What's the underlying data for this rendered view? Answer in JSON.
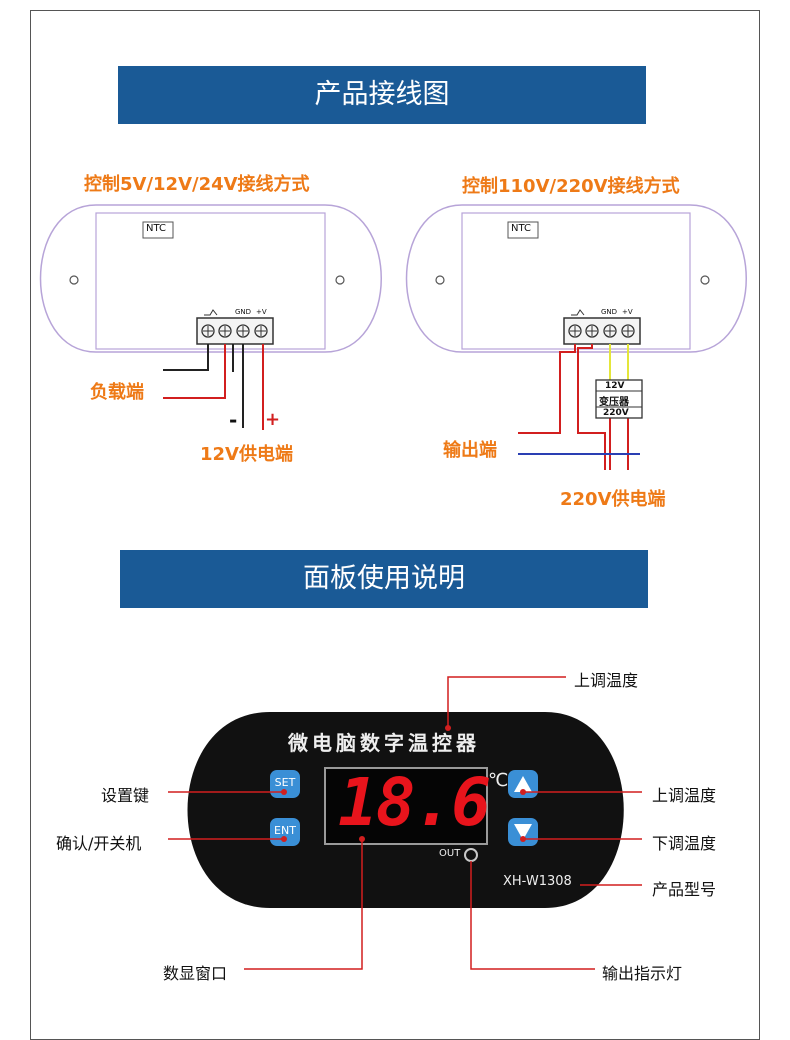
{
  "section1": {
    "title": "产品接线图",
    "left": {
      "title": "控制5V/12V/24V接线方式",
      "ntc": "NTC",
      "gnd": "GND",
      "plus_v": "+V",
      "load_label": "负载端",
      "minus": "-",
      "plus": "+",
      "power_label": "12V供电端"
    },
    "right": {
      "title": "控制110V/220V接线方式",
      "ntc": "NTC",
      "gnd": "GND",
      "plus_v": "+V",
      "transformer_top": "12V",
      "transformer_mid": "变压器",
      "transformer_bot": "220V",
      "output_label": "输出端",
      "power_label": "220V供电端"
    }
  },
  "section2": {
    "title": "面板使用说明",
    "device_title": "微电脑数字温控器",
    "set_key": "SET",
    "ent_key": "ENT",
    "display_value": "18.6",
    "celsius": "℃",
    "out_label": "OUT",
    "model": "XH-W1308",
    "labels": {
      "up_top": "上调温度",
      "set": "设置键",
      "up_right": "上调温度",
      "confirm": "确认/开关机",
      "down": "下调温度",
      "model": "产品型号",
      "display": "数显窗口",
      "indicator": "输出指示灯"
    }
  }
}
